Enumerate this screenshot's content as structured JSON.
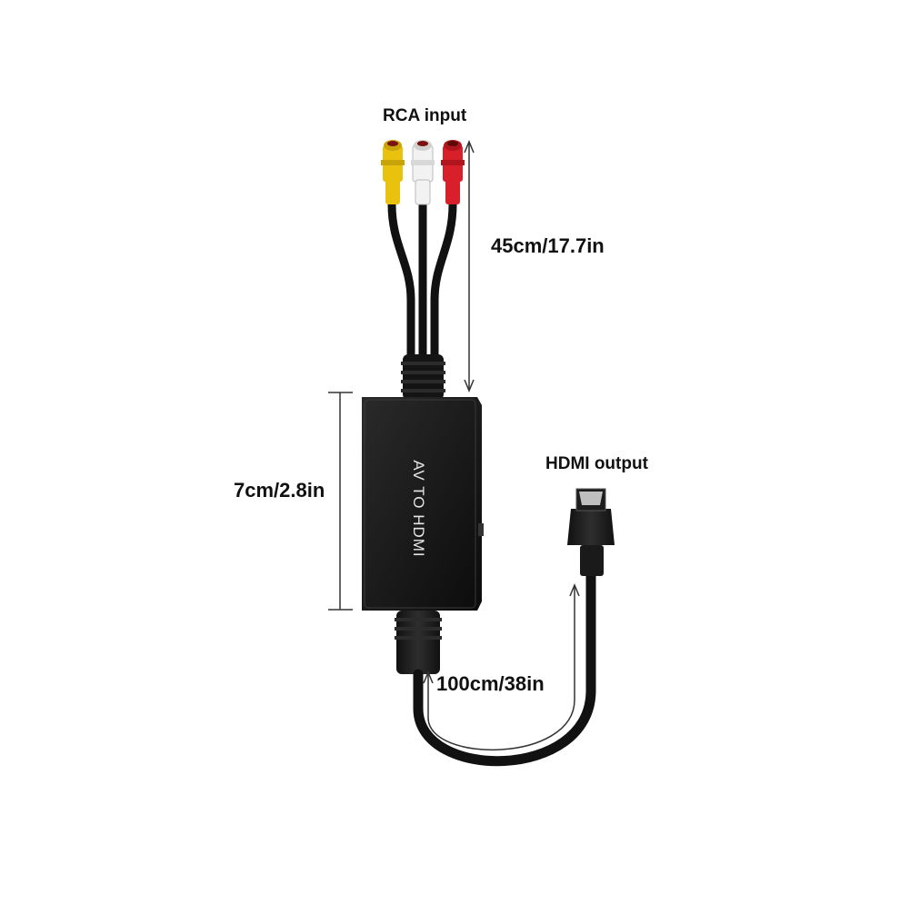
{
  "labels": {
    "rca_input": "RCA input",
    "hdmi_output": "HDMI output",
    "rca_cable_length": "45cm/17.7in",
    "box_height": "7cm/2.8in",
    "hdmi_cable_length": "100cm/38in"
  },
  "device": {
    "box_text": "AV TO HDMI"
  },
  "colors": {
    "rca_yellow": "#e8c20e",
    "rca_white": "#eeeeee",
    "rca_red": "#d8202a",
    "cable": "#111111",
    "box": "#1a1a1a",
    "box_text": "#e6e6e6"
  }
}
